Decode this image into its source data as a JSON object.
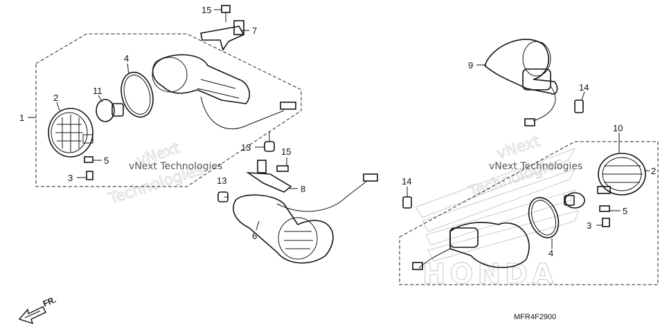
{
  "callouts": [
    {
      "label": "15"
    },
    {
      "label": "7"
    },
    {
      "label": "4"
    },
    {
      "label": "11"
    },
    {
      "label": "2"
    },
    {
      "label": "1"
    },
    {
      "label": "5"
    },
    {
      "label": "3"
    },
    {
      "label": "13"
    },
    {
      "label": "15"
    },
    {
      "label": "13"
    },
    {
      "label": "8"
    },
    {
      "label": "6"
    },
    {
      "label": "9"
    },
    {
      "label": "14"
    },
    {
      "label": "10"
    },
    {
      "label": "2"
    },
    {
      "label": "14"
    },
    {
      "label": "5"
    },
    {
      "label": "3"
    },
    {
      "label": "4"
    }
  ],
  "watermark": {
    "brand_line1": "vNext",
    "brand_line2": "Technologies",
    "small_a": "vNext Technologies",
    "small_b": "vNext Technologies"
  },
  "honda_logo": "HONDA",
  "direction_label": "FR.",
  "diagram_code": "MFR4F2900",
  "icons": [
    "front-direction-arrow-icon",
    "honda-wing-logo"
  ],
  "colors": {
    "line": "#111111",
    "watermark": "#c9c9c9",
    "background": "#ffffff"
  }
}
